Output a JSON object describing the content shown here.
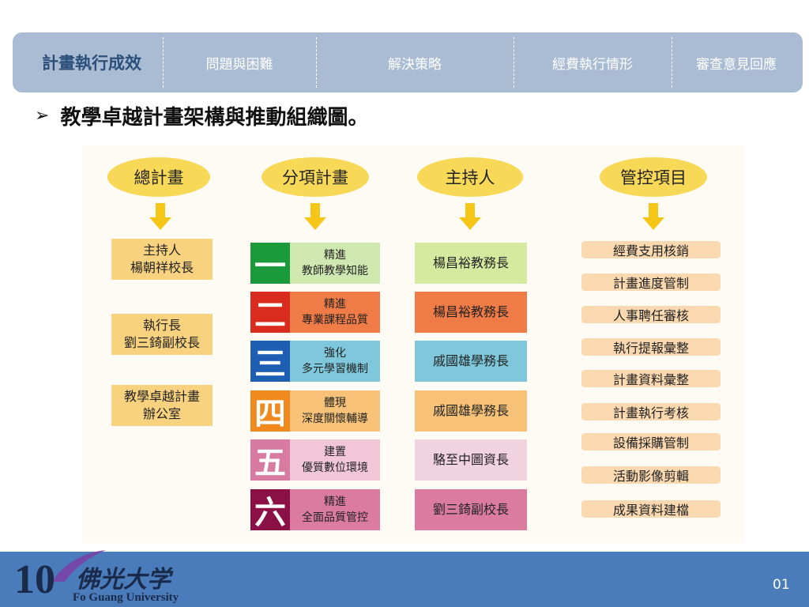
{
  "nav": {
    "tabs": [
      "計畫執行成效",
      "問題與困難",
      "解決策略",
      "經費執行情形",
      "審查意見回應"
    ],
    "active_index": 0
  },
  "heading": "教學卓越計畫架構與推動組織圖。",
  "diagram": {
    "column_headers": [
      "總計畫",
      "分項計畫",
      "主持人",
      "管控項目"
    ],
    "main_plan": [
      {
        "line1": "主持人",
        "line2": "楊朝祥校長"
      },
      {
        "line1": "執行長",
        "line2": "劉三錡副校長"
      },
      {
        "line1": "教學卓越計畫",
        "line2": "辦公室"
      }
    ],
    "sub_plans": [
      {
        "num": "一",
        "line1": "精進",
        "line2": "教師教學知能",
        "num_color": "#1a9a3a",
        "box_color": "#cfe8b0",
        "host": "楊昌裕教務長",
        "host_color": "#d5ea9e"
      },
      {
        "num": "二",
        "line1": "精進",
        "line2": "專業課程品質",
        "num_color": "#d92b1e",
        "box_color": "#ef7b46",
        "host": "楊昌裕教務長",
        "host_color": "#ef7b46"
      },
      {
        "num": "三",
        "line1": "強化",
        "line2": "多元學習機制",
        "num_color": "#1e5fb4",
        "box_color": "#7fc8dc",
        "host": "戚國雄學務長",
        "host_color": "#7fc8dc"
      },
      {
        "num": "四",
        "line1": "體現",
        "line2": "深度關懷輔導",
        "num_color": "#f08a1e",
        "box_color": "#f7c277",
        "host": "戚國雄學務長",
        "host_color": "#f7c277"
      },
      {
        "num": "五",
        "line1": "建置",
        "line2": "優質數位環境",
        "num_color": "#d77ba0",
        "box_color": "#f1c7d8",
        "host": "駱至中圖資長",
        "host_color": "#f1d3df"
      },
      {
        "num": "六",
        "line1": "精進",
        "line2": "全面品質管控",
        "num_color": "#8b1046",
        "box_color": "#dc7ba0",
        "host": "劉三錡副校長",
        "host_color": "#dc7ba0"
      }
    ],
    "control_items": [
      "經費支用核銷",
      "計畫進度管制",
      "人事聘任審核",
      "執行提報彙整",
      "計畫資料彙整",
      "計畫執行考核",
      "設備採購管制",
      "活動影像剪輯",
      "成果資料建檔"
    ]
  },
  "footer": {
    "logo_number": "10",
    "logo_chinese": "佛光大学",
    "logo_english": "Fo Guang University",
    "page_number": "01"
  },
  "colors": {
    "nav_bg": "#a9bcd4",
    "nav_active_text": "#2c4f7a",
    "header_capsule": "#f8d857",
    "main_plan_box": "#f8d27e",
    "control_box": "#fbd9b0",
    "footer_bg": "#4a7bbb"
  }
}
